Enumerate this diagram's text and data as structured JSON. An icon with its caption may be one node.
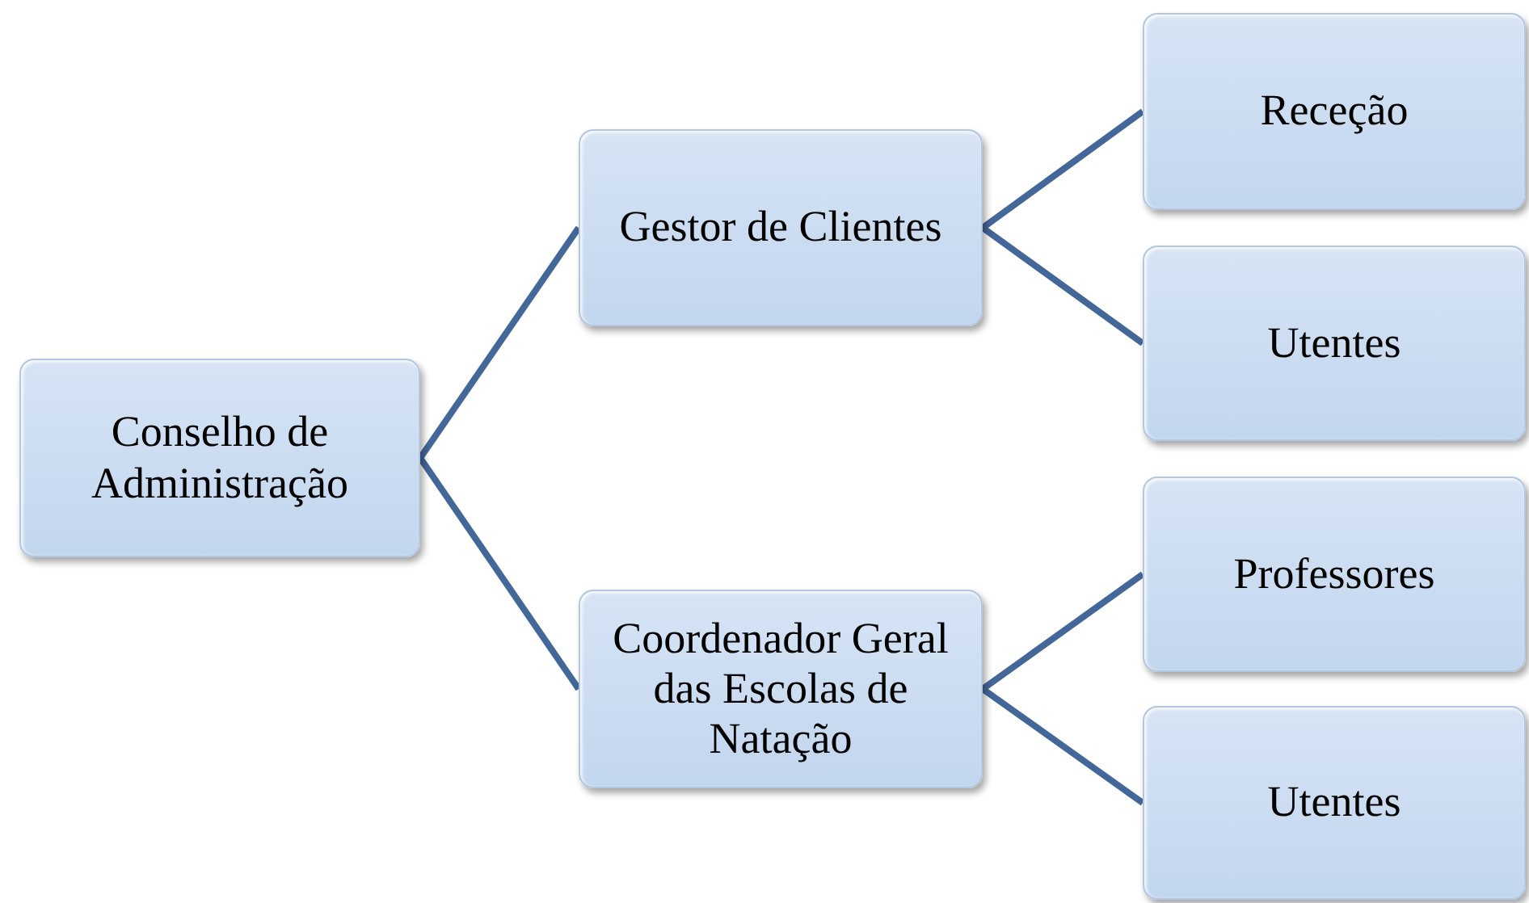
{
  "diagram": {
    "nodes": [
      {
        "text": [
          "Conselho de Administração"
        ]
      },
      {
        "text": [
          "Gestor de Clientes"
        ]
      },
      {
        "text": [
          "Coordenador Geral das Escolas de Natação"
        ]
      },
      {
        "text": [
          "Receção"
        ]
      },
      {
        "text": [
          "Utentes"
        ]
      },
      {
        "text": [
          "Professores"
        ]
      },
      {
        "text": [
          "Utentes"
        ]
      }
    ],
    "edges": [
      {
        "from": 0,
        "to": 1,
        "arrow": "none"
      },
      {
        "from": 0,
        "to": 2,
        "arrow": "none"
      },
      {
        "from": 1,
        "to": 3,
        "arrow": "none"
      },
      {
        "from": 1,
        "to": 4,
        "arrow": "none"
      },
      {
        "from": 2,
        "to": 5,
        "arrow": "none"
      },
      {
        "from": 2,
        "to": 6,
        "arrow": "none"
      }
    ]
  }
}
